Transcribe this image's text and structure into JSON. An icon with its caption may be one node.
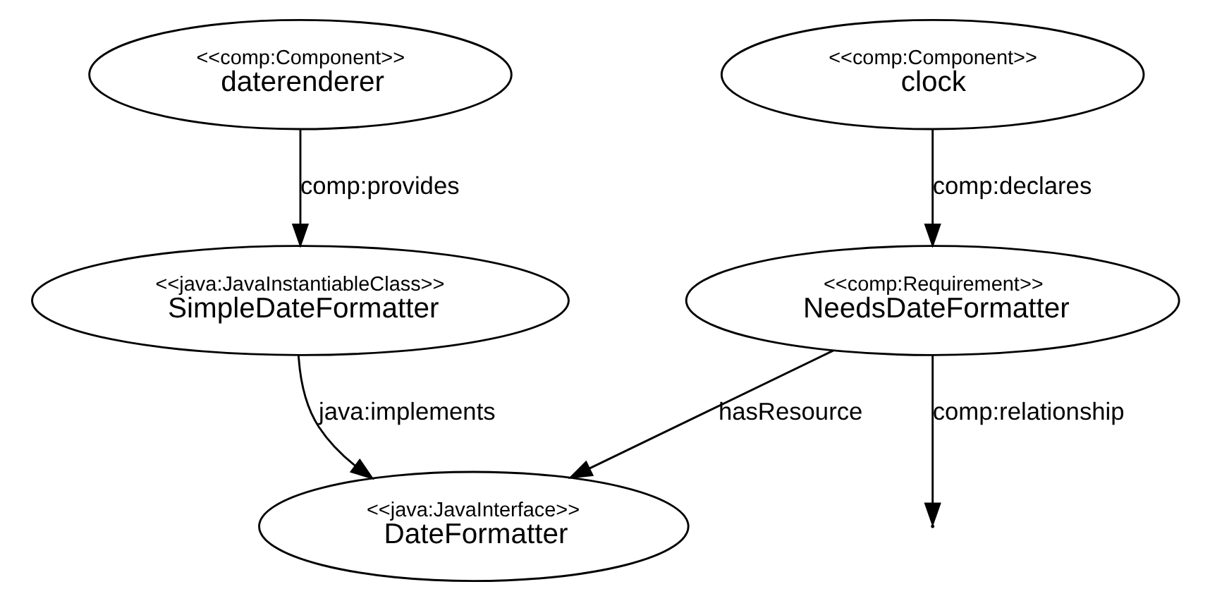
{
  "diagram": {
    "nodes": [
      {
        "text": [
          "<<comp:Requirement>>",
          "NeedsDateFormatter"
        ]
      },
      {
        "text": [
          "<<comp:Component>>",
          "clock"
        ]
      },
      {
        "text": [
          "<<java:JavaInterface>>",
          "DateFormatter"
        ]
      },
      {
        "text": [
          "<<comp:Component>>",
          "daterenderer"
        ]
      },
      {
        "text": [
          "<<java:JavaInstantiableClass>>",
          "SimpleDateFormatter"
        ]
      }
    ],
    "edges": [
      {
        "from": 1,
        "to": 0,
        "arrow": "to",
        "label": "comp:declares"
      },
      {
        "from": 0,
        "to": 2,
        "arrow": "to",
        "label": "hasResource"
      },
      {
        "from": 0,
        "to": null,
        "arrow": "to",
        "label": "comp:relationship"
      },
      {
        "from": 4,
        "to": 2,
        "arrow": "to",
        "label": "java:implements"
      },
      {
        "from": 3,
        "to": 4,
        "arrow": "to",
        "label": "comp:provides"
      }
    ]
  }
}
